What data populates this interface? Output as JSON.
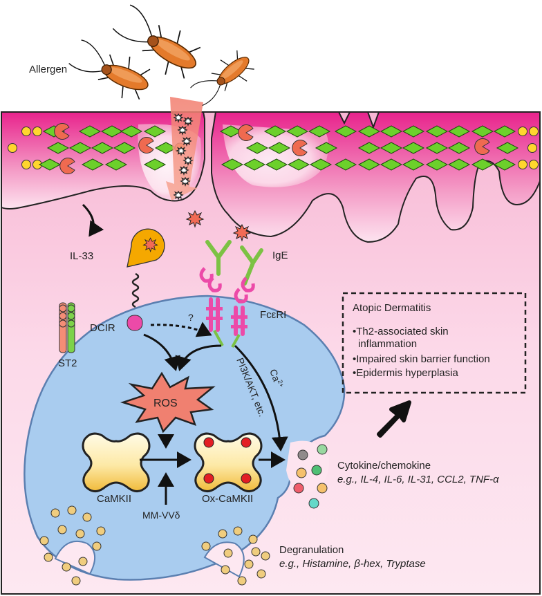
{
  "labels": {
    "allergen": "Allergen",
    "il33": "IL-33",
    "ige": "IgE",
    "st2": "ST2",
    "dcir": "DCIR",
    "question": "?",
    "fceri": "FcεRI",
    "ros": "ROS",
    "pi3k": "PI3K/AKT, etc.",
    "ca": "Ca",
    "ca_sup": "2+",
    "camkii": "CaMKII",
    "ox_camkii": "Ox-CaMKII",
    "mm_vv": "MM-VVδ",
    "cytokine_title": "Cytokine/chemokine",
    "cytokine_examples": "e.g., IL-4, IL-6, IL-31, CCL2, TNF-α",
    "degran_title": "Degranulation",
    "degran_examples": "e.g., Histamine, β-hex, Tryptase"
  },
  "ad_box": {
    "title": "Atopic Dermatitis",
    "items": [
      "•Th2-associated skin",
      "inflammation",
      "•Impaired skin barrier function",
      "•Epidermis hyperplasia"
    ]
  },
  "colors": {
    "skin_pink": "#e8238c",
    "background_pink": "#fbd3e6",
    "cell_blue": "#a9ccef",
    "cell_edge": "#5b7fb0",
    "junction_green": "#6cd02b",
    "yellow_dot": "#ffd62e",
    "pacman_red": "#ef6a50",
    "ros_red": "#f08070",
    "ige_green": "#7cc244",
    "fceri_pink": "#ec4aa8",
    "dcir_orange": "#f5a800"
  }
}
